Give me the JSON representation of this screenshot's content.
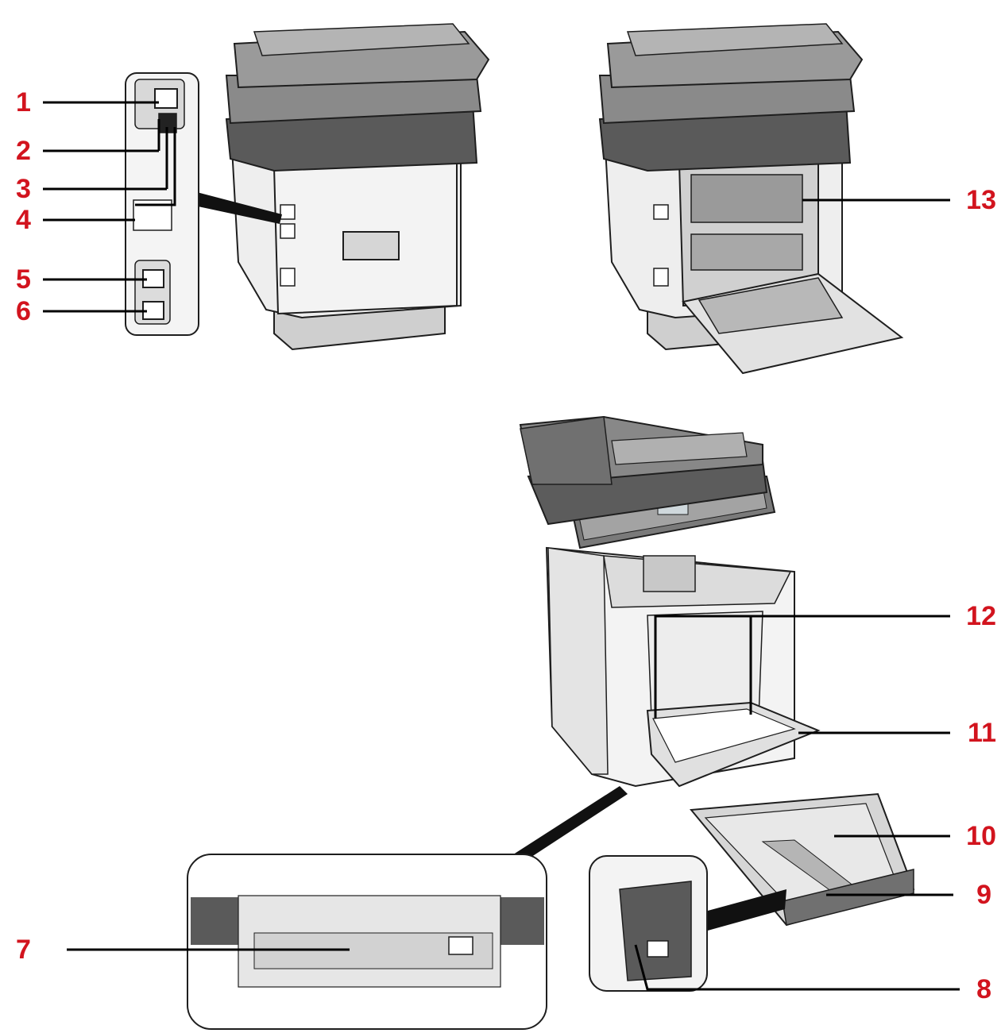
{
  "colors": {
    "callout": "#d2141e",
    "leader": "#000000",
    "body_light": "#ececec",
    "body_mid": "#c8c8c8",
    "body_dark": "#6e6e6e",
    "panel_dark": "#4a4a4a",
    "line": "#1e1e1e"
  },
  "callouts": [
    {
      "id": "c1",
      "label": "1"
    },
    {
      "id": "c2",
      "label": "2"
    },
    {
      "id": "c3",
      "label": "3"
    },
    {
      "id": "c4",
      "label": "4"
    },
    {
      "id": "c5",
      "label": "5"
    },
    {
      "id": "c6",
      "label": "6"
    },
    {
      "id": "c7",
      "label": "7"
    },
    {
      "id": "c8",
      "label": "8"
    },
    {
      "id": "c9",
      "label": "9"
    },
    {
      "id": "c10",
      "label": "10"
    },
    {
      "id": "c11",
      "label": "11"
    },
    {
      "id": "c12",
      "label": "12"
    },
    {
      "id": "c13",
      "label": "13"
    }
  ]
}
